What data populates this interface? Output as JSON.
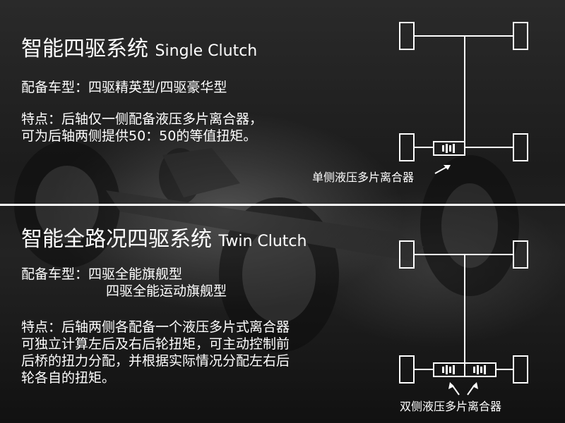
{
  "single": {
    "title": "智能四驱系统",
    "title_en": "Single Clutch",
    "models": "配备车型：四驱精英型/四驱豪华型",
    "feature_lines": [
      "特点：后轴仅一侧配备液压多片离合器，",
      "可为后轴两侧提供50：50的等值扭矩。"
    ],
    "diagram_label": "单侧液压多片离合器"
  },
  "twin": {
    "title": "智能全路况四驱系统",
    "title_en": "Twin Clutch",
    "models_line1": "配备车型：四驱全能旗舰型",
    "models_line2": "四驱全能运动旗舰型",
    "feature_lines": [
      "特点：后轴两侧各配备一个液压多片式离合器",
      "可独立计算左后及右后轮扭矩，可主动控制前",
      "后桥的扭力分配，并根据实际情况分配左右后",
      "轮各自的扭矩。"
    ],
    "diagram_label": "双侧液压多片离合器"
  },
  "colors": {
    "line": "#ffffff",
    "background": "#1a1a1a"
  }
}
